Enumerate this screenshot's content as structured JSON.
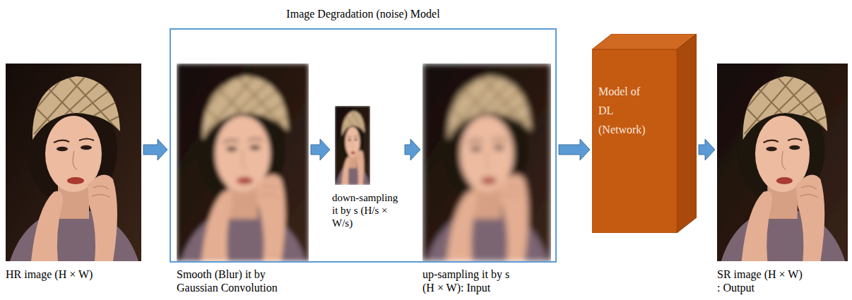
{
  "diagram": {
    "nodes": [
      {
        "text": [
          "HR image (H × W)"
        ]
      },
      {
        "text": [
          "Image Degradation (noise) Model"
        ]
      },
      {
        "text": [
          "Smooth (Blur) it by Gaussian Convolution"
        ],
        "in": 1
      },
      {
        "text": [
          "down-sampling it by s (H/s × W/s)"
        ],
        "in": 1
      },
      {
        "text": [
          "up-sampling it by s (H × W): Input"
        ],
        "in": 1
      },
      {
        "text": [
          "Model of DL (Network)"
        ]
      },
      {
        "text": [
          "SR image (H × W) : Output"
        ]
      }
    ],
    "edges": [
      {
        "from": 0,
        "to": 1,
        "arrow": "to"
      },
      {
        "from": 2,
        "to": 3,
        "arrow": "to"
      },
      {
        "from": 3,
        "to": 4,
        "arrow": "to"
      },
      {
        "from": 1,
        "to": 5,
        "arrow": "to"
      },
      {
        "from": 5,
        "to": 6,
        "arrow": "to"
      }
    ]
  }
}
